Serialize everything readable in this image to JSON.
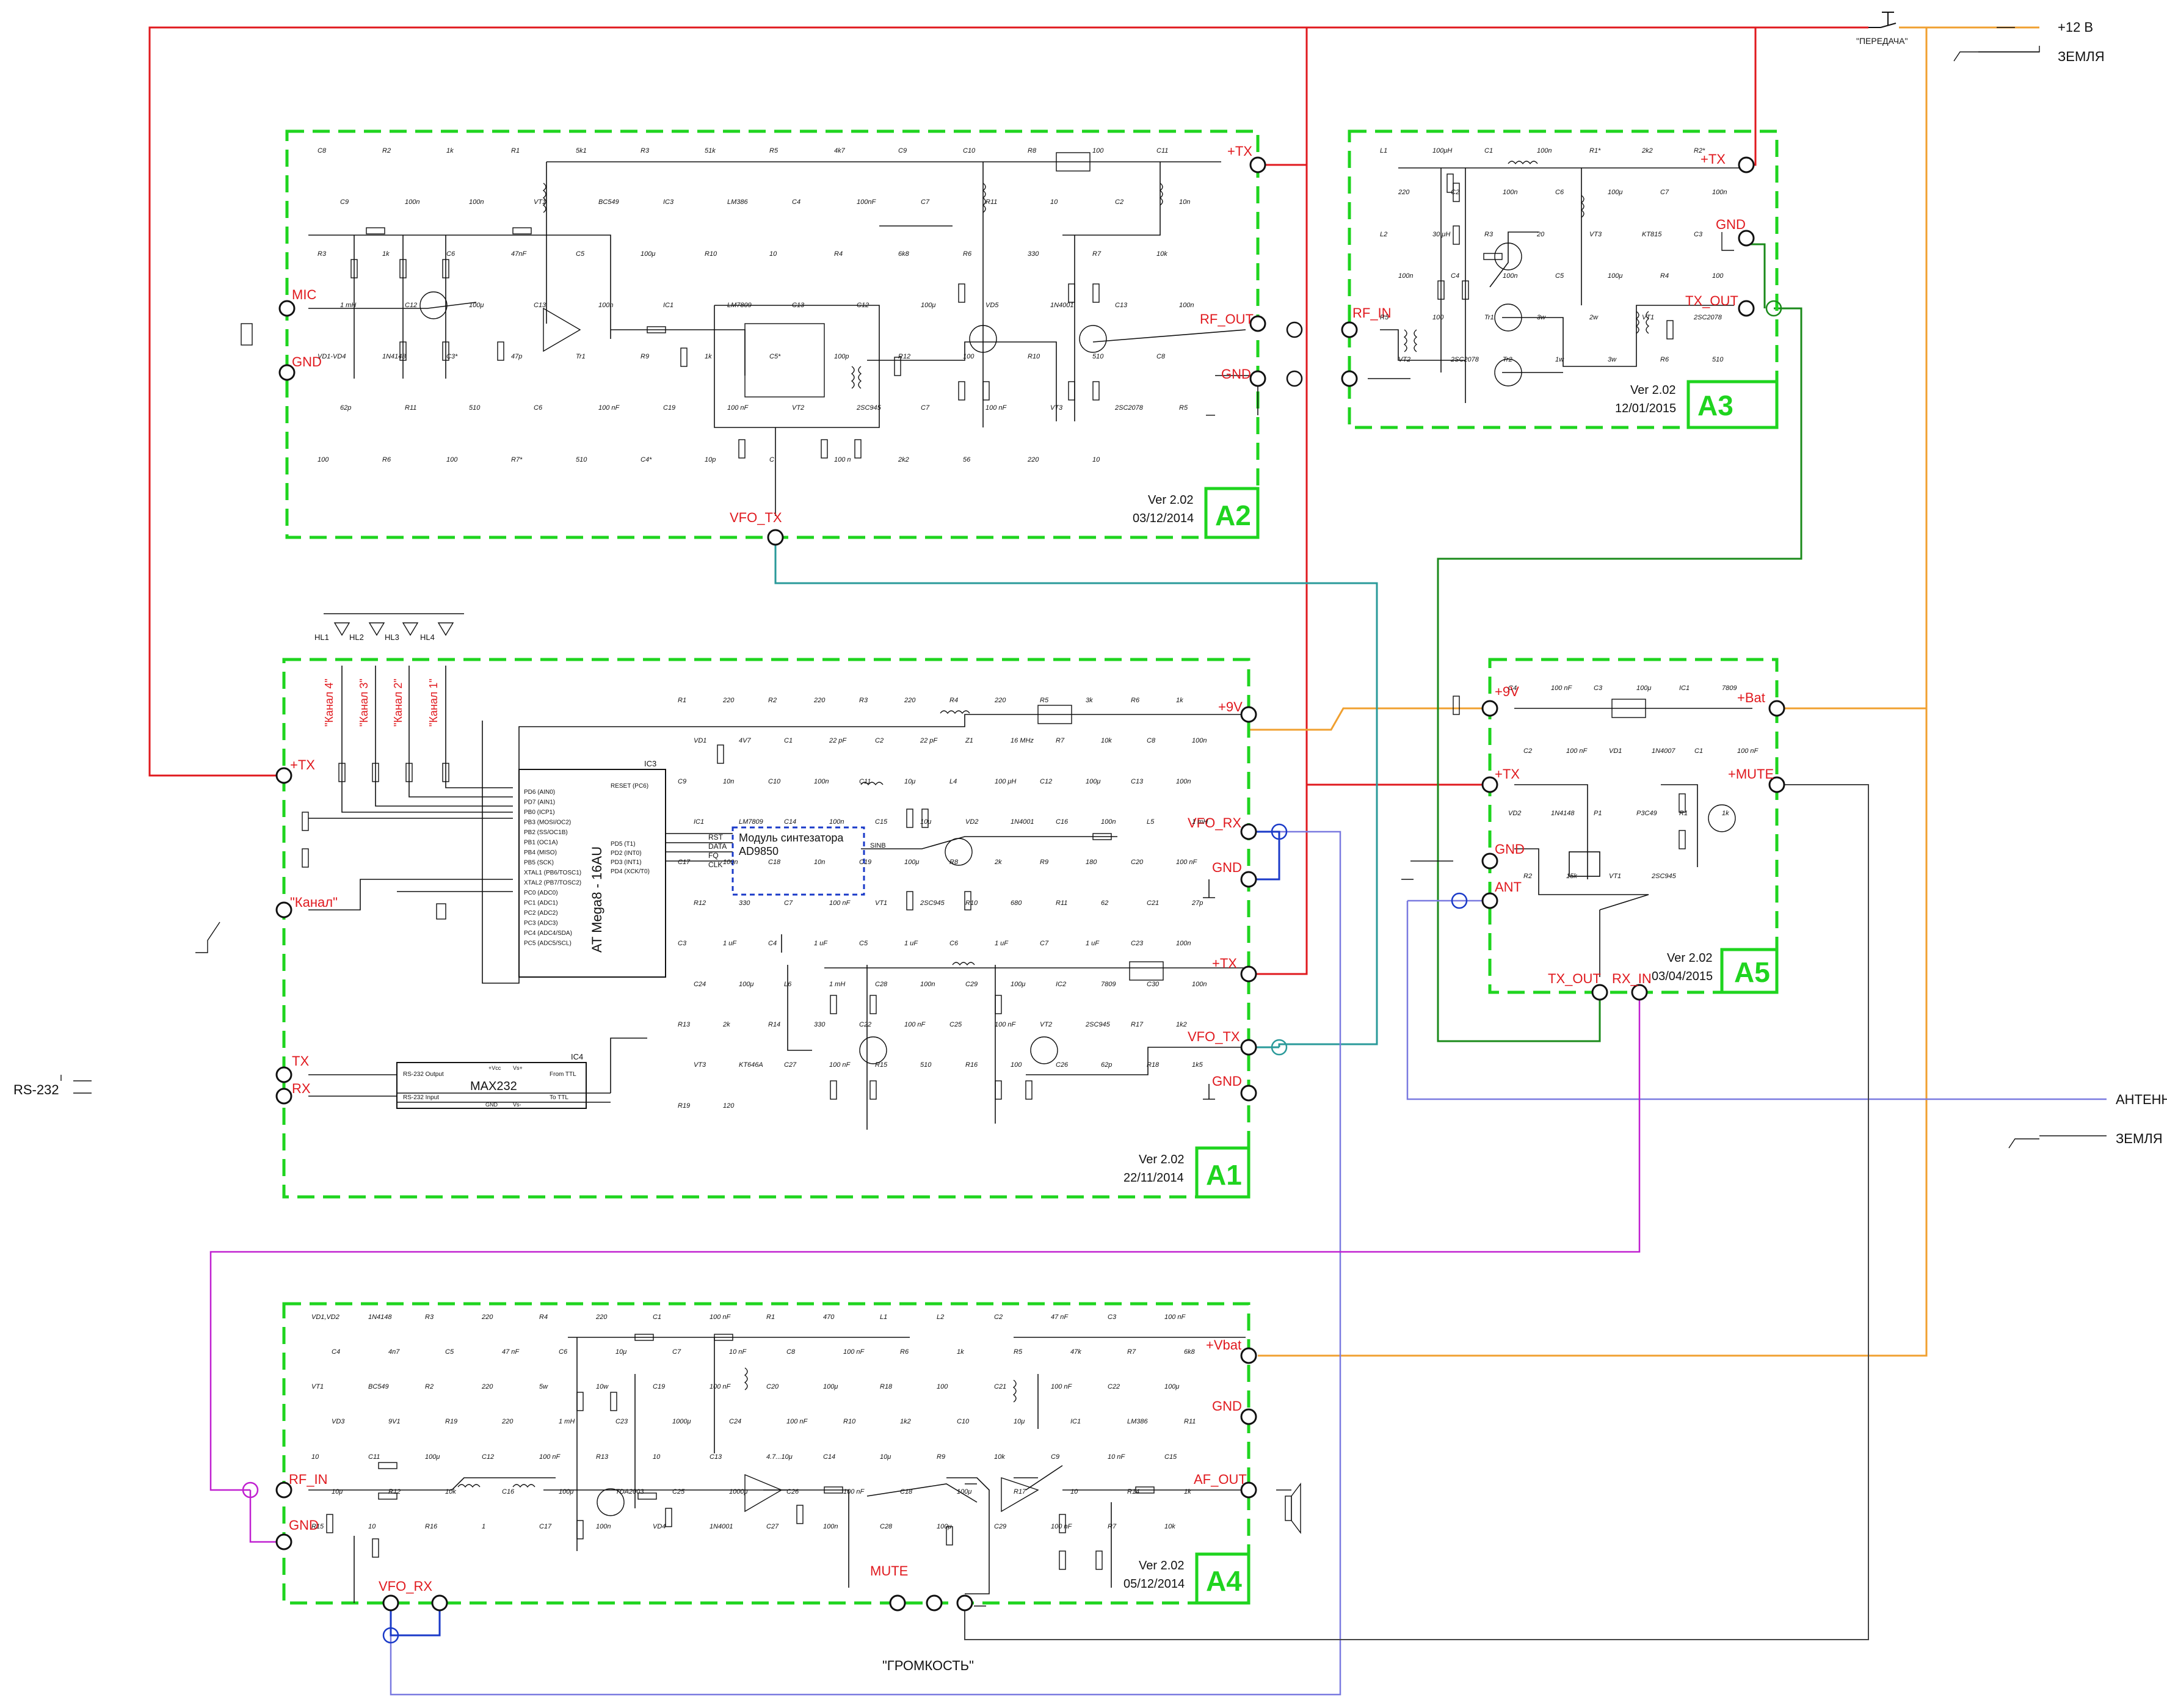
{
  "power": {
    "plus12": "+12 В",
    "ground": "ЗЕМЛЯ",
    "tx_switch": "\"ПЕРЕДАЧА\""
  },
  "antenna": {
    "label": "АНТЕННА",
    "ground": "ЗЕМЛЯ"
  },
  "rs232": {
    "label": "RS-232"
  },
  "colors": {
    "box": "#1fd41f",
    "power": "#e0191e",
    "bat": "#f0a030",
    "vfo_tx": "#2a9a9a",
    "vfo_rx": "#1a3ac8",
    "mute": "#7a7a7a",
    "rx": "#c020d0",
    "ant": "#7a7ae0",
    "tx_out": "#1a8a1a"
  },
  "modules": {
    "a2": {
      "id": "A2",
      "version": "Ver 2.02",
      "date": "03/12/2014",
      "ports": {
        "mic": "MIC",
        "gnd": "GND",
        "tx": "+TX",
        "rf_out": "RF_OUT",
        "gnd2": "GND",
        "vfo_tx": "VFO_TX"
      },
      "parts": [
        "C8",
        "R2",
        "1k",
        "R1",
        "5k1",
        "R3",
        "51k",
        "R5",
        "4k7",
        "C9",
        "C10",
        "R8",
        "100",
        "C11",
        "C9",
        "100n",
        "100n",
        "VT1",
        "BC549",
        "IC3",
        "LM386",
        "C4",
        "100nF",
        "C7",
        "R11",
        "10",
        "C2",
        "10n",
        "R3",
        "1k",
        "C6",
        "47nF",
        "C5",
        "100μ",
        "R10",
        "10",
        "R4",
        "6k8",
        "R6",
        "330",
        "R7",
        "10k",
        "1 mH",
        "C12",
        "100μ",
        "C13",
        "100n",
        "IC1",
        "LM7809",
        "C13",
        "C12",
        "100μ",
        "VD5",
        "1N4001",
        "C13",
        "100n",
        "VD1-VD4",
        "1N4148",
        "C3*",
        "47p",
        "Tr1",
        "R9",
        "1k",
        "C5*",
        "100p",
        "R12",
        "100",
        "R10",
        "510",
        "C8",
        "62p",
        "R11",
        "510",
        "C6",
        "100 nF",
        "C19",
        "100 nF",
        "VT2",
        "2SC945",
        "C7",
        "100 nF",
        "VT3",
        "2SC2078",
        "R5",
        "100",
        "R6",
        "100",
        "R7*",
        "510",
        "C4*",
        "10p",
        "C",
        "100 n",
        "2k2",
        "56",
        "220",
        "10"
      ]
    },
    "a3": {
      "id": "A3",
      "version": "Ver 2.02",
      "date": "12/01/2015",
      "ports": {
        "rf_in": "RF_IN",
        "tx": "+TX",
        "gnd": "GND",
        "tx_out": "TX_OUT"
      },
      "parts": [
        "L1",
        "100μH",
        "C1",
        "100n",
        "R1*",
        "2k2",
        "R2*",
        "220",
        "C2",
        "100n",
        "C6",
        "100μ",
        "C7",
        "100n",
        "L2",
        "30 μH",
        "R3",
        "20",
        "VT3",
        "KT815",
        "C3",
        "100n",
        "C4",
        "100n",
        "C5",
        "100μ",
        "R4",
        "100",
        "R5",
        "100",
        "Tr1",
        "3w",
        "2w",
        "VT1",
        "2SC2078",
        "VT2",
        "2SC2078",
        "Tr2",
        "1w",
        "3w",
        "R6",
        "510"
      ]
    },
    "a1": {
      "id": "A1",
      "version": "Ver 2.02",
      "date": "22/11/2014",
      "ports": {
        "tx": "+TX",
        "kanal": "\"Канал\"",
        "txd": "TX",
        "rxd": "RX",
        "p9v": "+9V",
        "vfo_rx": "VFO_RX",
        "gnd": "GND",
        "tx2": "+TX",
        "vfo_tx": "VFO_TX",
        "gnd2": "GND"
      },
      "channels": [
        "\"Канал 4\"",
        "\"Канал 3\"",
        "\"Канал 2\"",
        "\"Канал 1\""
      ],
      "leds": [
        "HL1",
        "HL2",
        "HL3",
        "HL4"
      ],
      "mcu": {
        "name": "AT Mega8 - 16AU",
        "ref": "IC3",
        "pins_left": [
          "PD6 (AIN0)",
          "PD7 (AIN1)",
          "PB0 (ICP1)",
          "PB3 (MOSI/OC2)",
          "PB2 (SS/OC1B)",
          "PB1 (OC1A)",
          "PB4 (MISO)",
          "PB5 (SCK)",
          "XTAL1 (PB6/TOSC1)",
          "XTAL2 (PB7/TOSC2)",
          "PC0 (ADC0)",
          "PC1 (ADC1)",
          "PC2 (ADC2)",
          "PC3 (ADC3)",
          "PC4 (ADC4/SDA)",
          "PC5 (ADC5/SCL)"
        ],
        "pins_right": [
          "RESET (PC6)",
          "PD5 (T1)",
          "PD2 (INT0)",
          "PD3 (INT1)",
          "PD4 (XCK/T0)"
        ]
      },
      "synth": {
        "title": "Модуль синтезатора",
        "name": "AD9850",
        "pins": [
          "RST",
          "DATA",
          "FQ",
          "CLK"
        ],
        "sinb": "SINB"
      },
      "max232": {
        "name": "MAX232",
        "ref": "IC4",
        "pins": [
          "RS-232 Output",
          "RS-232 Input",
          "From TTL",
          "To TTL",
          "GND",
          "+Vcc",
          "Vs+",
          "Vs-"
        ]
      },
      "parts": [
        "R1",
        "220",
        "R2",
        "220",
        "R3",
        "220",
        "R4",
        "220",
        "R5",
        "3k",
        "R6",
        "1k",
        "VD1",
        "4V7",
        "C1",
        "22 pF",
        "C2",
        "22 pF",
        "Z1",
        "16 MHz",
        "R7",
        "10k",
        "C8",
        "100n",
        "C9",
        "10n",
        "C10",
        "100n",
        "C11",
        "10μ",
        "L4",
        "100 μH",
        "C12",
        "100μ",
        "C13",
        "100n",
        "IC1",
        "LM7809",
        "C14",
        "100n",
        "C15",
        "10μ",
        "VD2",
        "1N4001",
        "C16",
        "100n",
        "L5",
        "1 mH",
        "C17",
        "100n",
        "C18",
        "10n",
        "C19",
        "100μ",
        "R8",
        "2k",
        "R9",
        "180",
        "C20",
        "100 nF",
        "R12",
        "330",
        "C7",
        "100 nF",
        "VT1",
        "2SC945",
        "R10",
        "680",
        "R11",
        "62",
        "C21",
        "27p",
        "C3",
        "1 uF",
        "C4",
        "1 uF",
        "C5",
        "1 uF",
        "C6",
        "1 uF",
        "C7",
        "1 uF",
        "C23",
        "100n",
        "C24",
        "100μ",
        "L6",
        "1 mH",
        "C28",
        "100n",
        "C29",
        "100μ",
        "IC2",
        "7809",
        "C30",
        "100n",
        "R13",
        "2k",
        "R14",
        "330",
        "C22",
        "100 nF",
        "C25",
        "100 nF",
        "VT2",
        "2SC945",
        "R17",
        "1k2",
        "VT3",
        "KT646A",
        "C27",
        "100 nF",
        "R15",
        "510",
        "R16",
        "100",
        "C26",
        "62p",
        "R18",
        "1k5",
        "R19",
        "120"
      ]
    },
    "a5": {
      "id": "A5",
      "version": "Ver 2.02",
      "date": "03/04/2015",
      "ports": {
        "p9v": "+9V",
        "bat": "+Bat",
        "tx": "+TX",
        "mute": "+MUTE",
        "gnd": "GND",
        "ant": "ANT",
        "tx_out": "TX_OUT",
        "rx_in": "RX_IN"
      },
      "parts": [
        "C4",
        "100 nF",
        "C3",
        "100μ",
        "IC1",
        "7809",
        "C2",
        "100 nF",
        "VD1",
        "1N4007",
        "C1",
        "100 nF",
        "VD2",
        "1N4148",
        "P1",
        "Р3С49",
        "R1",
        "1k",
        "R2",
        "15k",
        "VT1",
        "2SC945"
      ]
    },
    "a4": {
      "id": "A4",
      "version": "Ver 2.02",
      "date": "05/12/2014",
      "ports": {
        "rf_in": "RF_IN",
        "gnd": "GND",
        "vbat": "+Vbat",
        "gnd2": "GND",
        "af_out": "AF_OUT",
        "vfo_rx": "VFO_RX",
        "mute": "MUTE"
      },
      "volume": "\"ГРОМКОСТЬ\"",
      "parts": [
        "VD1,VD2",
        "1N4148",
        "R3",
        "220",
        "R4",
        "220",
        "C1",
        "100 nF",
        "R1",
        "470",
        "L1",
        "L2",
        "C2",
        "47 nF",
        "C3",
        "100 nF",
        "C4",
        "4n7",
        "C5",
        "47 nF",
        "C6",
        "10μ",
        "C7",
        "10 nF",
        "C8",
        "100 nF",
        "R6",
        "1k",
        "R5",
        "47k",
        "R7",
        "6k8",
        "VT1",
        "BC549",
        "R2",
        "220",
        "5w",
        "10w",
        "C19",
        "100 nF",
        "C20",
        "100μ",
        "R18",
        "100",
        "C21",
        "100 nF",
        "C22",
        "100μ",
        "VD3",
        "9V1",
        "R19",
        "220",
        "1 mH",
        "C23",
        "1000μ",
        "C24",
        "100 nF",
        "R10",
        "1k2",
        "C10",
        "10μ",
        "IC1",
        "LM386",
        "R11",
        "10",
        "C11",
        "100μ",
        "C12",
        "100 nF",
        "R13",
        "10",
        "C13",
        "4.7...10μ",
        "C14",
        "10μ",
        "R9",
        "10k",
        "C9",
        "10 nF",
        "C15",
        "10μ",
        "R12",
        "10k",
        "C16",
        "100μ",
        "TDA2003",
        "C25",
        "1000μ",
        "C26",
        "100 nF",
        "C18",
        "100μ",
        "R17",
        "10",
        "R14",
        "1k",
        "R15",
        "10",
        "R16",
        "1",
        "C17",
        "100n",
        "VD4",
        "1N4001",
        "C27",
        "100n",
        "C28",
        "100μ",
        "C29",
        "100 nF",
        "R7",
        "10k"
      ]
    }
  }
}
